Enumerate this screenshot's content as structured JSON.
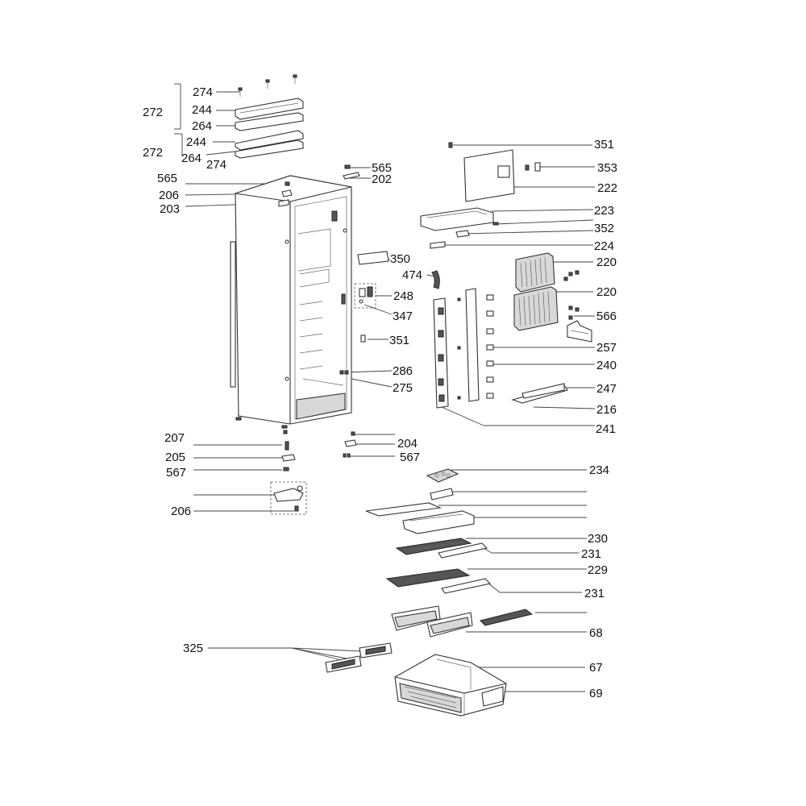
{
  "diagram": {
    "part_labels": {
      "l272a": "272",
      "l274a": "274",
      "l244a": "244",
      "l264a": "264",
      "l272b": "272",
      "l244b": "244",
      "l264b": "264",
      "l274b": "274",
      "l565a": "565",
      "l206a": "206",
      "l203": "203",
      "l565b": "565",
      "l202": "202",
      "l351a": "351",
      "l353": "353",
      "l222": "222",
      "l223": "223",
      "l352": "352",
      "l224": "224",
      "l220a": "220",
      "l220b": "220",
      "l350": "350",
      "l474": "474",
      "l248": "248",
      "l347": "347",
      "l566": "566",
      "l351b": "351",
      "l257": "257",
      "l240": "240",
      "l286": "286",
      "l275": "275",
      "l247": "247",
      "l216": "216",
      "l241": "241",
      "l207": "207",
      "l204": "204",
      "l205": "205",
      "l567a": "567",
      "l567b": "567",
      "l206b": "206",
      "l234": "234",
      "l230": "230",
      "l231a": "231",
      "l229": "229",
      "l231b": "231",
      "l68": "68",
      "l325": "325",
      "l67": "67",
      "l69": "69"
    }
  }
}
